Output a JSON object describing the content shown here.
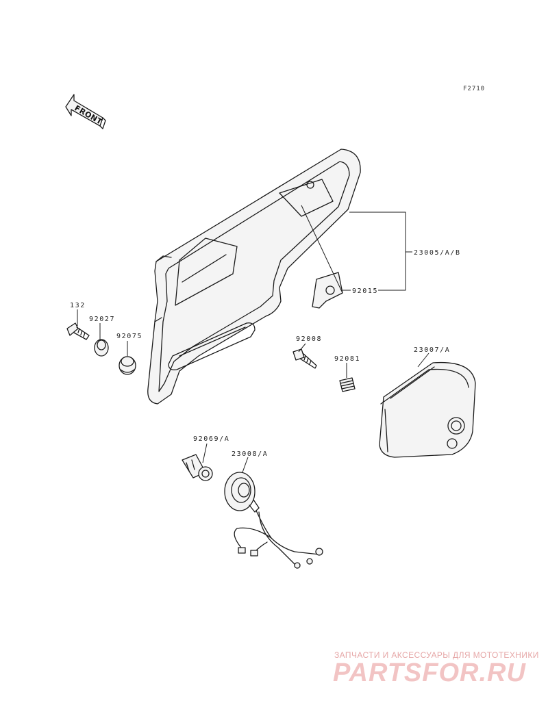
{
  "figure_id": "F2710",
  "direction_label": "FRONT",
  "parts": {
    "p132": "132",
    "p92027": "92027",
    "p92075": "92075",
    "p92008": "92008",
    "p92081": "92081",
    "p23007": "23007/A",
    "p23005": "23005/A/B",
    "p92015": "92015",
    "p92069": "92069/A",
    "p23008": "23008/A"
  },
  "watermark": {
    "tagline": "ЗАПЧАСТИ И АКСЕССУАРЫ ДЛЯ МОТОТЕХНИКИ",
    "logo": "PARTSFOR.RU"
  },
  "colors": {
    "ink": "#1a1a1a",
    "watermark": "#e6a7a7"
  }
}
